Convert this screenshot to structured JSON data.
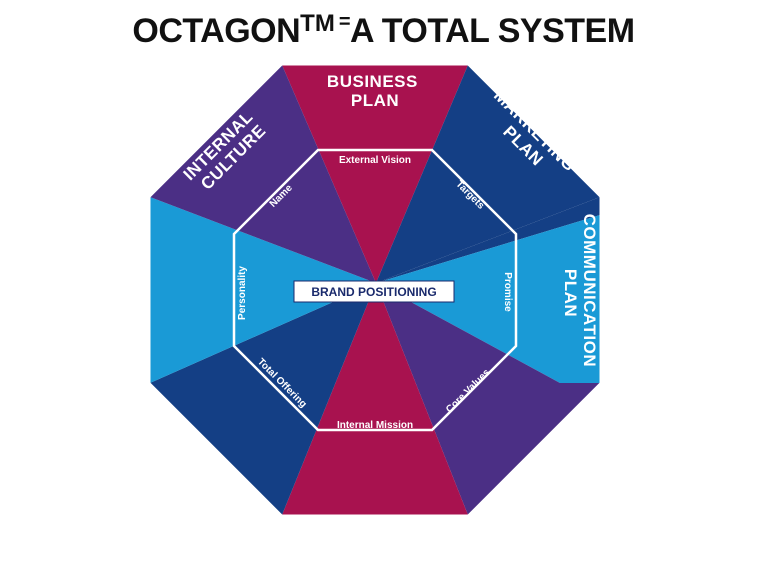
{
  "title": {
    "prefix": "OCTAGON",
    "trademark": "TM",
    "equals": "=",
    "suffix": "A TOTAL SYSTEM"
  },
  "outer_segments": {
    "business_plan": [
      "BUSINESS",
      "PLAN"
    ],
    "marketing_plan": [
      "MARKETING",
      "PLAN"
    ],
    "communication_plan": [
      "COMMUNICATION",
      "PLAN"
    ],
    "internal_culture": [
      "INTERNAL",
      "CULTURE"
    ]
  },
  "inner_segments": {
    "external_vision": "External Vision",
    "targets": "Targets",
    "promise": "Promise",
    "core_values": "Core Values",
    "internal_mission": "Internal Mission",
    "total_offering": "Total Offering",
    "personality": "Personality",
    "name": "Name"
  },
  "center": {
    "label": "BRAND POSITIONING"
  },
  "colors": {
    "crimson": "#a8124f",
    "navy": "#143f85",
    "cyan": "#1a9ad6",
    "purple": "#4b2f85",
    "outline": "#ffffff",
    "center_box_text": "#1a2a6c"
  }
}
